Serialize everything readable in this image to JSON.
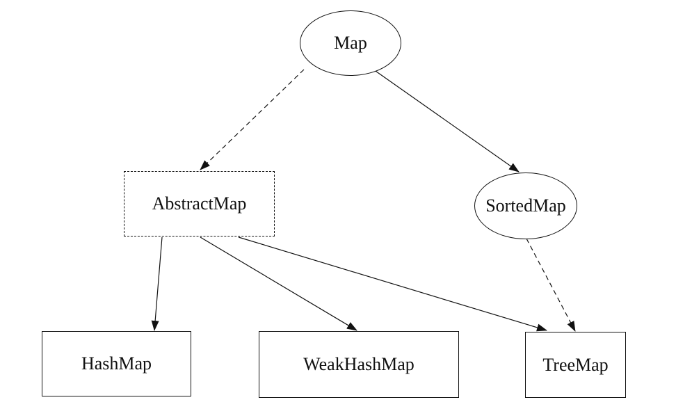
{
  "diagram": {
    "type": "class-hierarchy",
    "colors": {
      "background": "#ffffff",
      "stroke": "#111111",
      "text": "#111111"
    },
    "nodes": [
      {
        "id": "map",
        "label": "Map",
        "shape": "ellipse",
        "border": "solid"
      },
      {
        "id": "abstractmap",
        "label": "AbstractMap",
        "shape": "rect",
        "border": "dashed"
      },
      {
        "id": "sortedmap",
        "label": "SortedMap",
        "shape": "ellipse",
        "border": "solid"
      },
      {
        "id": "hashmap",
        "label": "HashMap",
        "shape": "rect",
        "border": "solid"
      },
      {
        "id": "weakhashmap",
        "label": "WeakHashMap",
        "shape": "rect",
        "border": "solid"
      },
      {
        "id": "treemap",
        "label": "TreeMap",
        "shape": "rect",
        "border": "solid"
      }
    ],
    "edges": [
      {
        "from": "Map",
        "to": "AbstractMap",
        "style": "dashed",
        "arrowhead": "filled-triangle"
      },
      {
        "from": "Map",
        "to": "SortedMap",
        "style": "solid",
        "arrowhead": "filled-triangle"
      },
      {
        "from": "AbstractMap",
        "to": "HashMap",
        "style": "solid",
        "arrowhead": "filled-triangle"
      },
      {
        "from": "AbstractMap",
        "to": "WeakHashMap",
        "style": "solid",
        "arrowhead": "filled-triangle"
      },
      {
        "from": "AbstractMap",
        "to": "TreeMap",
        "style": "solid",
        "arrowhead": "filled-triangle"
      },
      {
        "from": "SortedMap",
        "to": "TreeMap",
        "style": "dashed",
        "arrowhead": "filled-triangle"
      }
    ]
  }
}
